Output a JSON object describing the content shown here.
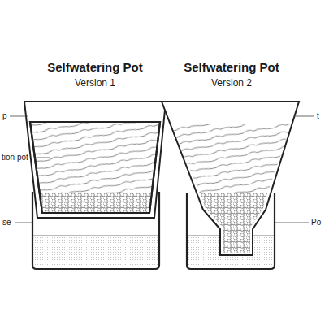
{
  "diagram": {
    "labels": [
      "Selfwatering Pot",
      "Version 1",
      "Selfwatering Pot",
      "Version 2",
      "p",
      "tion pot",
      "se",
      "t",
      "Po"
    ]
  }
}
